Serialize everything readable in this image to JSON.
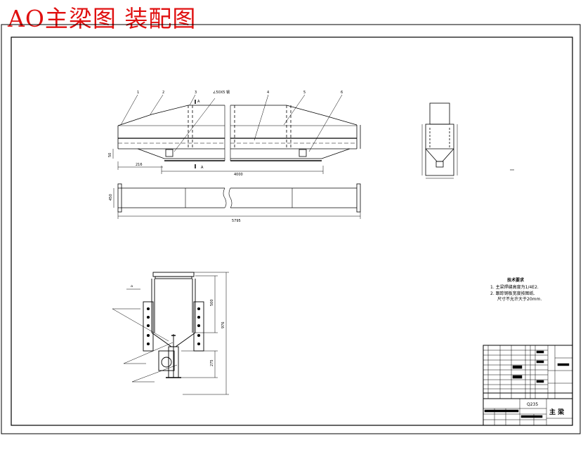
{
  "title": "AO主梁图 装配图",
  "elevation": {
    "part_numbers": [
      "1",
      "2",
      "3",
      "4",
      "5",
      "6"
    ],
    "callout_note": "∠50X5 钢",
    "section_marks": [
      "A",
      "A"
    ],
    "dim_center": "4000",
    "dim_left": "216",
    "dim_height": "50"
  },
  "plan": {
    "dim_total": "5795",
    "dim_width": "450"
  },
  "section": {
    "dim_upper": "500",
    "dim_overall": "976",
    "dim_lower": "275",
    "weld_symbol": "⌂"
  },
  "notes": {
    "heading": "技术要求",
    "line1": "1. 主梁焊缝高度为1/4E2.",
    "line2": "2. 跟踪钢板宽度按图纸.",
    "line3": "尺寸不允许大于20mm."
  },
  "title_block": {
    "material": "Q235",
    "drawing_name": "主 梁"
  }
}
